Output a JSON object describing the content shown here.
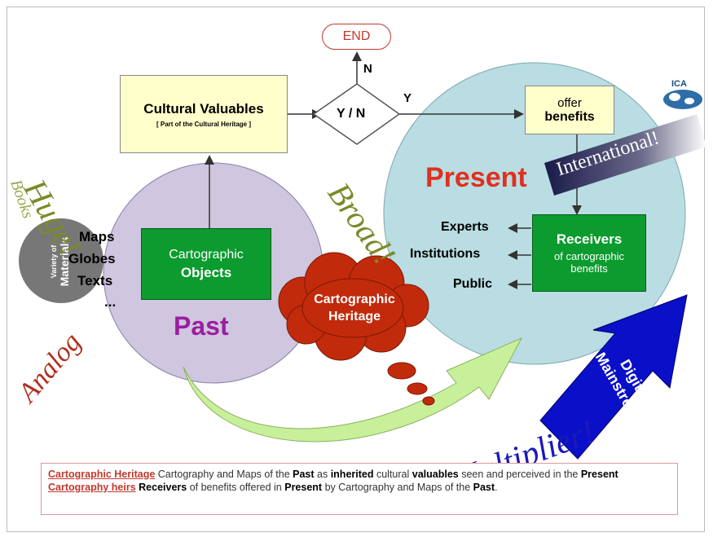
{
  "end_label": "END",
  "decision": {
    "label": "Y / N",
    "no_label": "N",
    "yes_label": "Y"
  },
  "cultural_valuables": {
    "title": "Cultural Valuables",
    "subtitle": "[ Part of the Cultural Heritage ]"
  },
  "offer_benefits": {
    "line1": "offer",
    "line2": "benefits"
  },
  "present_label": "Present",
  "past_label": "Past",
  "international_label": "International!",
  "cartographic_objects": {
    "line1": "Cartographic",
    "line2": "Objects"
  },
  "receivers": {
    "line1": "Receivers",
    "line2": "of cartographic",
    "line3": "benefits"
  },
  "audiences": [
    "Experts",
    "Institutions",
    "Public"
  ],
  "materials": {
    "items": [
      "Maps",
      "Globes",
      "Texts",
      "..."
    ],
    "circle_line1": "Variety of",
    "circle_line2": "Materials"
  },
  "heritage_cloud": {
    "line1": "Cartographic",
    "line2": "Heritage"
  },
  "digital_arrow": {
    "line1": "Digital",
    "line2": "Mainstream"
  },
  "words": {
    "huge": "Huge!",
    "books": "Books",
    "broad": "Broad!",
    "analog": "Analog",
    "multiplier": "Multiplier!"
  },
  "logo_text": "ICA",
  "legend": {
    "line1_term": "Cartographic Heritage",
    "line1_a": " Cartography and Maps of the ",
    "line1_past": "Past",
    "line1_b": " as ",
    "line1_inherited": "inherited",
    "line1_c": " cultural ",
    "line1_valuables": "valuables",
    "line1_d": " seen and perceived in the ",
    "line1_present": "Present",
    "line2_term": "Cartography heirs",
    "line2_receivers": "Receivers",
    "line2_a": " of benefits offered in ",
    "line2_present": "Present",
    "line2_b": " by Cartography and Maps of the ",
    "line2_past": "Past",
    "line2_end": "."
  },
  "colors": {
    "past_circle": "#cfc6df",
    "present_circle": "#b9dde2",
    "green_box": "#0b9b2e",
    "yellow_box": "#ffffcc",
    "cloud": "#c22a0c",
    "arrow_green": "#c8f09a",
    "digital_blue": "#0a10c8",
    "present_text": "#e0301e",
    "past_text": "#9b1fa0",
    "olive_text": "#7a8a2a",
    "analog_text": "#b03020"
  }
}
